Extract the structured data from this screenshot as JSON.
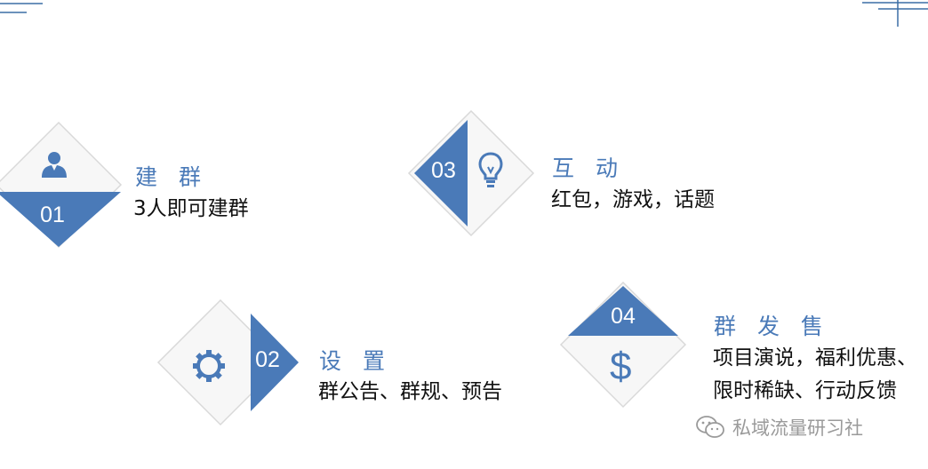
{
  "steps": [
    {
      "number": "01",
      "title": "建 群",
      "description": "3人即可建群",
      "icon": "person-icon"
    },
    {
      "number": "02",
      "title": "设 置",
      "description": "群公告、群规、预告",
      "icon": "gear-icon"
    },
    {
      "number": "03",
      "title": "互 动",
      "description": "红包，游戏，话题",
      "icon": "lightbulb-icon"
    },
    {
      "number": "04",
      "title": "群 发 售",
      "description_lines": [
        "项目演说，福利优惠、",
        "限时稀缺、行动反馈"
      ],
      "icon": "dollar-icon"
    }
  ],
  "watermark": {
    "text": "私域流量研习社",
    "icon": "wechat-icon"
  },
  "colors": {
    "accent": "#4a7ab8",
    "diamond_fill": "#f7f7f7",
    "diamond_edge": "#d9d9d9"
  }
}
